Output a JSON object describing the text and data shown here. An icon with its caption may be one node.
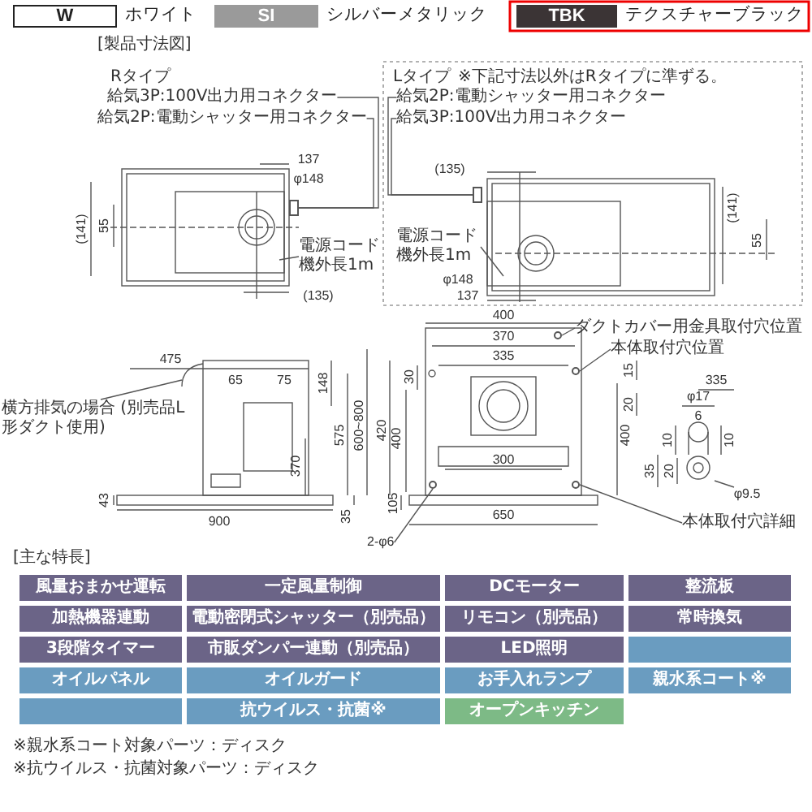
{
  "diagram": {
    "nodes": [
      {
        "text": [
          "W"
        ],
        "beside": [
          "ホワイト"
        ]
      },
      {
        "text": [
          "SI"
        ],
        "beside": [
          "シルバーメタリック"
        ]
      },
      {
        "text": [
          "TBK"
        ],
        "beside": [
          "テクスチャーブラック"
        ]
      },
      {
        "text": [
          "給気3P:100V出力用コネクター"
        ]
      },
      {
        "text": [
          "給気2P:電動シャッター用コネクター"
        ]
      },
      {
        "text": [
          "電源コード機外長1m"
        ]
      },
      {
        "text": [
          "給気2P:電動シャッター用コネクター"
        ]
      },
      {
        "text": [
          "給気3P:100V出力用コネクター"
        ]
      },
      {
        "text": [
          "電源コード機外長1m"
        ]
      },
      {
        "text": [
          "横方排気の場合 (別売品L形ダクト使用)"
        ]
      },
      {
        "text": [
          "ダクトカバー用金具取付穴位置"
        ]
      },
      {
        "text": [
          "本体取付穴位置"
        ]
      },
      {
        "text": [
          "本体取付穴詳細"
        ]
      },
      {
        "text": [
          "2-φ6"
        ]
      },
      {
        "text": [
          "風量おまかせ運転"
        ]
      },
      {
        "text": [
          "一定風量制御"
        ]
      },
      {
        "text": [
          "DCモーター"
        ]
      },
      {
        "text": [
          "整流板"
        ]
      },
      {
        "text": [
          "加熱機器連動"
        ]
      },
      {
        "text": [
          "電動密閉式シャッター（別売品）"
        ]
      },
      {
        "text": [
          "リモコン（別売品）"
        ]
      },
      {
        "text": [
          "常時換気"
        ]
      },
      {
        "text": [
          "3段階タイマー"
        ]
      },
      {
        "text": [
          "市販ダンパー連動（別売品）"
        ]
      },
      {
        "text": [
          "LED照明"
        ]
      },
      {
        "text": [],
        "shape": "box"
      },
      {
        "text": [
          "オイルパネル"
        ]
      },
      {
        "text": [
          "オイルガード"
        ]
      },
      {
        "text": [
          "お手入れランプ"
        ]
      },
      {
        "text": [
          "親水系コート※"
        ]
      },
      {
        "text": [],
        "shape": "box"
      },
      {
        "text": [
          "抗ウイルス・抗菌※"
        ]
      },
      {
        "text": [
          "オープンキッチン"
        ]
      },
      {
        "text": [],
        "shape": "circle"
      },
      {
        "text": [],
        "shape": "circle"
      },
      {
        "text": [],
        "shape": "circle"
      },
      {
        "text": [],
        "shape": "circle"
      },
      {
        "text": [],
        "shape": "box"
      },
      {
        "text": [],
        "shape": "box"
      }
    ],
    "edges": [
      {
        "from": 3,
        "to": 37,
        "arrow": "none"
      },
      {
        "from": 4,
        "to": 37,
        "arrow": "none"
      },
      {
        "from": 5,
        "to": null,
        "arrow": "none"
      },
      {
        "from": 6,
        "to": 38,
        "arrow": "none"
      },
      {
        "from": 7,
        "to": 38,
        "arrow": "none"
      },
      {
        "from": 8,
        "to": null,
        "arrow": "none"
      },
      {
        "from": 9,
        "to": null,
        "arrow": "none"
      },
      {
        "from": 10,
        "to": 33,
        "arrow": "none"
      },
      {
        "from": 11,
        "to": 34,
        "arrow": "none"
      },
      {
        "from": 12,
        "to": 35,
        "arrow": "none"
      },
      {
        "from": 13,
        "to": 36,
        "arrow": "none"
      }
    ],
    "labels": [
      "[製品寸法図]",
      "Rタイプ",
      "Lタイプ",
      "※下記寸法以外はRタイプに準ずる。",
      "137",
      "φ148",
      "55",
      "(141)",
      "(135)",
      "(135)",
      "φ148",
      "137",
      "(141)",
      "55",
      "475",
      "65",
      "75",
      "148",
      "575",
      "370",
      "600~800",
      "420",
      "900",
      "43",
      "35",
      "400",
      "370",
      "335",
      "15",
      "20",
      "30",
      "400",
      "300",
      "400",
      "650",
      "105",
      "335",
      "φ17",
      "6",
      "10",
      "10",
      "35",
      "20",
      "φ9.5",
      "[主な特長]",
      "※親水系コート対象パーツ：ディスク",
      "※抗ウイルス・抗菌対象パーツ：ディスク"
    ]
  }
}
